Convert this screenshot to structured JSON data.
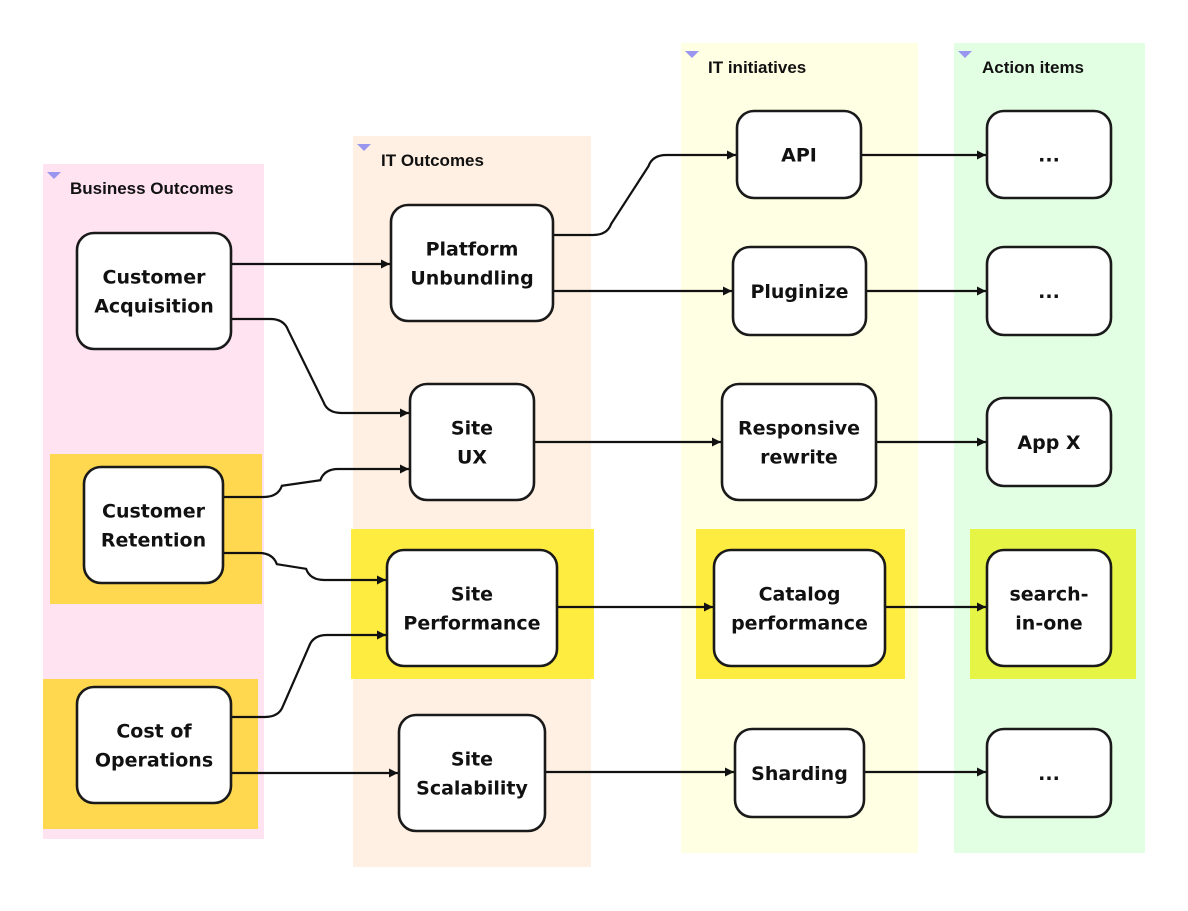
{
  "diagram": {
    "colors": {
      "business_lane": "#ffe3f1",
      "it_outcomes_lane": "#fff0e3",
      "it_initiatives_lane": "#ffffe3",
      "action_items_lane": "#e3ffe3",
      "highlight_orange": "#ffd850",
      "highlight_yellow": "#ffec40",
      "highlight_lime": "#e6f545",
      "node_fill": "#ffffff",
      "node_stroke": "#1a1a1a",
      "collapse_icon": "#9a96f0"
    },
    "lanes": [
      {
        "id": "business",
        "title": "Business Outcomes",
        "color_key": "business_lane"
      },
      {
        "id": "it_outcomes",
        "title": "IT Outcomes",
        "color_key": "it_outcomes_lane"
      },
      {
        "id": "it_initiatives",
        "title": "IT initiatives",
        "color_key": "it_initiatives_lane"
      },
      {
        "id": "action_items",
        "title": "Action items",
        "color_key": "action_items_lane"
      }
    ],
    "highlights": [
      {
        "node": "customer_retention",
        "color_key": "highlight_orange"
      },
      {
        "node": "cost_of_operations",
        "color_key": "highlight_orange"
      },
      {
        "node": "site_performance",
        "color_key": "highlight_yellow"
      },
      {
        "node": "catalog_performance",
        "color_key": "highlight_yellow"
      },
      {
        "node": "search_in_one",
        "color_key": "highlight_lime"
      }
    ],
    "nodes": [
      {
        "id": "customer_acquisition",
        "lane": "business",
        "lines": [
          "Customer",
          "Acquisition"
        ]
      },
      {
        "id": "customer_retention",
        "lane": "business",
        "lines": [
          "Customer",
          "Retention"
        ]
      },
      {
        "id": "cost_of_operations",
        "lane": "business",
        "lines": [
          "Cost of",
          "Operations"
        ]
      },
      {
        "id": "platform_unbundling",
        "lane": "it_outcomes",
        "lines": [
          "Platform",
          "Unbundling"
        ]
      },
      {
        "id": "site_ux",
        "lane": "it_outcomes",
        "lines": [
          "Site",
          "UX"
        ]
      },
      {
        "id": "site_performance",
        "lane": "it_outcomes",
        "lines": [
          "Site",
          "Performance"
        ]
      },
      {
        "id": "site_scalability",
        "lane": "it_outcomes",
        "lines": [
          "Site",
          "Scalability"
        ]
      },
      {
        "id": "api",
        "lane": "it_initiatives",
        "lines": [
          "API"
        ]
      },
      {
        "id": "pluginize",
        "lane": "it_initiatives",
        "lines": [
          "Pluginize"
        ]
      },
      {
        "id": "responsive_rewrite",
        "lane": "it_initiatives",
        "lines": [
          "Responsive",
          "rewrite"
        ]
      },
      {
        "id": "catalog_performance",
        "lane": "it_initiatives",
        "lines": [
          "Catalog",
          "performance"
        ]
      },
      {
        "id": "sharding",
        "lane": "it_initiatives",
        "lines": [
          "Sharding"
        ]
      },
      {
        "id": "action_1",
        "lane": "action_items",
        "lines": [
          "..."
        ]
      },
      {
        "id": "action_2",
        "lane": "action_items",
        "lines": [
          "..."
        ]
      },
      {
        "id": "app_x",
        "lane": "action_items",
        "lines": [
          "App X"
        ]
      },
      {
        "id": "search_in_one",
        "lane": "action_items",
        "lines": [
          "search-",
          "in-one"
        ]
      },
      {
        "id": "action_5",
        "lane": "action_items",
        "lines": [
          "..."
        ]
      }
    ],
    "edges": [
      {
        "from": "customer_acquisition",
        "to": "platform_unbundling"
      },
      {
        "from": "customer_acquisition",
        "to": "site_ux"
      },
      {
        "from": "customer_retention",
        "to": "site_ux"
      },
      {
        "from": "customer_retention",
        "to": "site_performance"
      },
      {
        "from": "cost_of_operations",
        "to": "site_performance"
      },
      {
        "from": "cost_of_operations",
        "to": "site_scalability"
      },
      {
        "from": "platform_unbundling",
        "to": "api"
      },
      {
        "from": "platform_unbundling",
        "to": "pluginize"
      },
      {
        "from": "site_ux",
        "to": "responsive_rewrite"
      },
      {
        "from": "site_performance",
        "to": "catalog_performance"
      },
      {
        "from": "site_scalability",
        "to": "sharding"
      },
      {
        "from": "api",
        "to": "action_1"
      },
      {
        "from": "pluginize",
        "to": "action_2"
      },
      {
        "from": "responsive_rewrite",
        "to": "app_x"
      },
      {
        "from": "catalog_performance",
        "to": "search_in_one"
      },
      {
        "from": "sharding",
        "to": "action_5"
      }
    ]
  }
}
